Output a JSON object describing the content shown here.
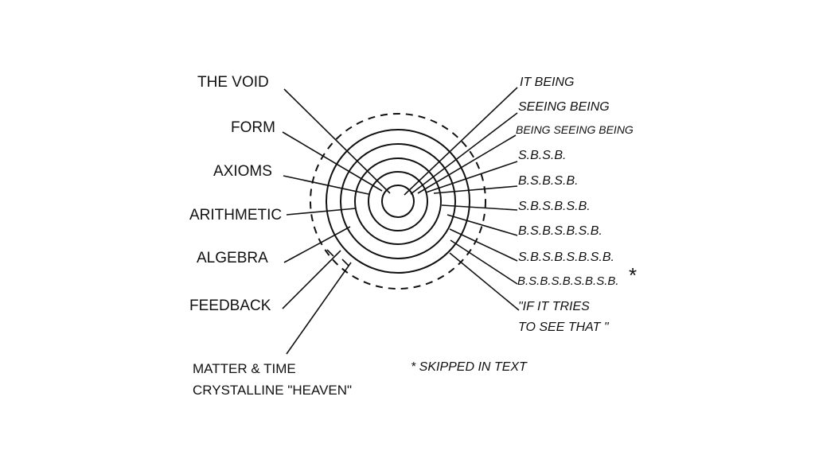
{
  "left_labels": [
    "THE VOID",
    "FORM",
    "AXIOMS",
    "ARITHMETIC",
    "ALGEBRA",
    "FEEDBACK"
  ],
  "bottom_label": {
    "line1": "MATTER & TIME",
    "line2": "CRYSTALLINE \"HEAVEN\""
  },
  "right_labels": [
    "IT BEING",
    "SEEING BEING",
    "BEING SEEING BEING",
    "S.B.S.B.",
    "B.S.B.S.B.",
    "S.B.S.B.S.B.",
    "B.S.B.S.B.S.B.",
    "S.B.S.B.S.B.S.B.",
    "B.S.B.S.B.S.B.S.B.",
    "\"IF IT TRIES",
    "TO SEE THAT \""
  ],
  "asterisk": "*",
  "footnote": "* SKIPPED IN TEXT"
}
